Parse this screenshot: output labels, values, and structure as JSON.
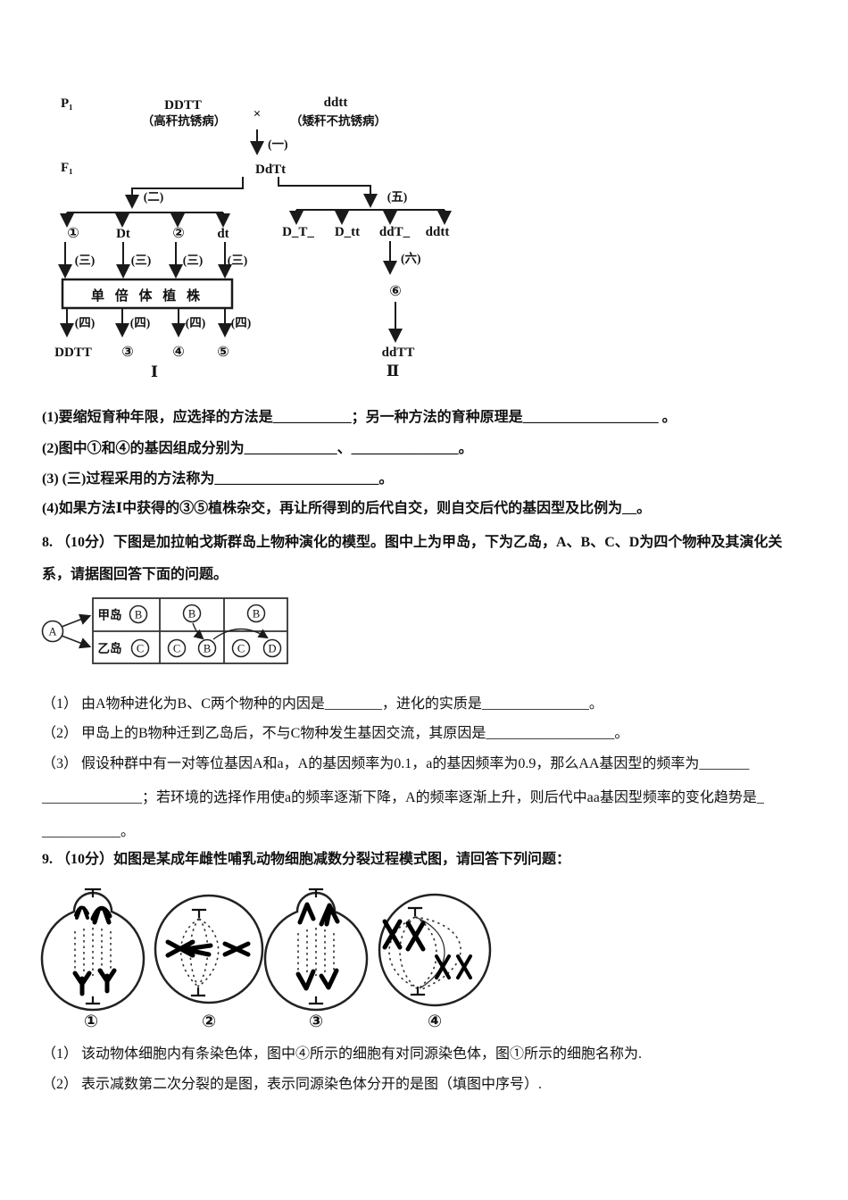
{
  "q7": {
    "diagram": {
      "p1": "P₁",
      "f1": "F₁",
      "parent1": {
        "genotype": "DDTT",
        "phenotype": "（高秆抗锈病）"
      },
      "cross": "×",
      "parent2": {
        "genotype": "ddtt",
        "phenotype": "（矮秆不抗锈病）"
      },
      "f1_genotype": "DdTt",
      "steps": {
        "s1": "(一)",
        "s2": "(二)",
        "s3": "(三)",
        "s4": "(四)",
        "s5": "(五)",
        "s6": "(六)"
      },
      "gametes": [
        "①",
        "Dt",
        "②",
        "dt"
      ],
      "haploid_box": "单 倍 体 植 株",
      "doubling_results": [
        "DDTT",
        "③",
        "④",
        "⑤"
      ],
      "branch_I": "Ⅰ",
      "f2_genotypes": [
        "D_T_",
        "D_tt",
        "ddT_",
        "ddtt"
      ],
      "selected": "⑥",
      "final_right": "ddTT",
      "branch_II": "Ⅱ"
    },
    "questions": [
      "(1)要缩短育种年限，应选择的方法是___________；另一种方法的育种原理是___________________ 。",
      "(2)图中①和④的基因组成分别为_____________、_______________。",
      "(3) (三)过程采用的方法称为_______________________。",
      "(4)如果方法Ⅰ中获得的③⑤植株杂交，再让所得到的后代自交，则自交后代的基因型及比例为__。"
    ]
  },
  "q8": {
    "stem_line1": "8. （10分）下图是加拉帕戈斯群岛上物种演化的模型。图中上为甲岛，下为乙岛，A、B、C、D为四个物种及其演化关",
    "stem_line2": "系，请据图回答下面的问题。",
    "diagram": {
      "ancestor": "A",
      "island_top": "甲岛",
      "island_bottom": "乙岛",
      "b": "B",
      "c": "C",
      "d": "D"
    },
    "questions": [
      "（1） 由A物种进化为B、C两个物种的内因是________，进化的实质是_______________。",
      "（2） 甲岛上的B物种迁到乙岛后，不与C物种发生基因交流，其原因是__________________。",
      "（3） 假设种群中有一对等位基因A和a，A的基因频率为0.1，a的基因频率为0.9，那么AA基因型的频率为_______",
      "______________；若环境的选择作用使a的频率逐渐下降，A的频率逐渐上升，则后代中aa基因型频率的变化趋势是_",
      "___________。"
    ]
  },
  "q9": {
    "stem": "9. （10分）如图是某成年雌性哺乳动物细胞减数分裂过程模式图，请回答下列问题：",
    "cell_labels": [
      "①",
      "②",
      "③",
      "④"
    ],
    "questions": [
      "（1） 该动物体细胞内有条染色体，图中④所示的细胞有对同源染色体，图①所示的细胞名称为.",
      "（2） 表示减数第二次分裂的是图，表示同源染色体分开的是图（填图中序号）."
    ]
  }
}
